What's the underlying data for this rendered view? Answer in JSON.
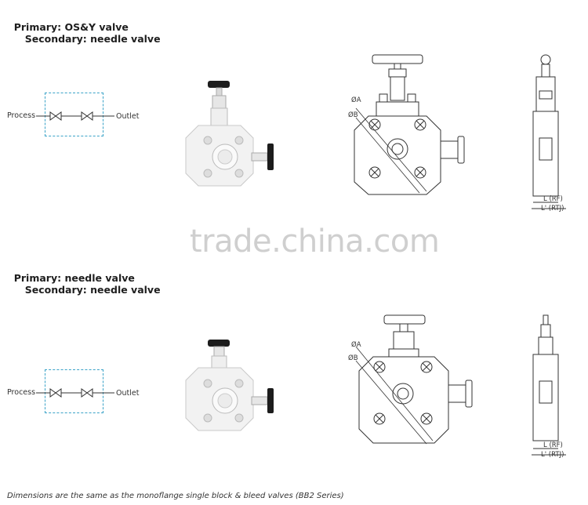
{
  "section1": {
    "primary": "Primary: OS&Y valve",
    "secondary": "Secondary: needle valve",
    "process_label": "Process",
    "outlet_label": "Outlet",
    "dim_a": "ØA",
    "dim_b": "ØB",
    "dim_l": "L (RF)",
    "dim_l2": "L' (RTJ)"
  },
  "section2": {
    "primary": "Primary: needle valve",
    "secondary": "Secondary: needle valve",
    "process_label": "Process",
    "outlet_label": "Outlet",
    "dim_a": "ØA",
    "dim_b": "ØB",
    "dim_l": "L (RF)",
    "dim_l2": "L' (RTJ)"
  },
  "watermark": "trade.china.com",
  "footnote": "Dimensions are the same as the monoflange single block & bleed valves (BB2 Series)"
}
